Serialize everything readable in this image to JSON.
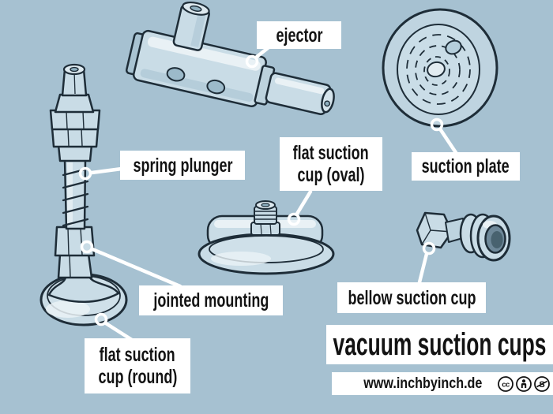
{
  "title": {
    "text": "vacuum suction cups"
  },
  "labels": {
    "ejector": {
      "text": "ejector"
    },
    "spring_plunger": {
      "text": "spring plunger"
    },
    "oval_cup": {
      "line1": "flat suction",
      "line2": "cup (oval)"
    },
    "suction_plate": {
      "text": "suction plate"
    },
    "jointed_mounting": {
      "text": "jointed mounting"
    },
    "bellow_cup": {
      "text": "bellow suction cup"
    },
    "round_cup": {
      "line1": "flat suction",
      "line2": "cup (round)"
    }
  },
  "footer": {
    "website": "www.inchbyinch.de",
    "license_icons": [
      "cc-icon",
      "attribution-icon",
      "non-commercial-icon"
    ]
  },
  "illustrations": {
    "ejector": "ejector",
    "spring_plunger_assembly": "spring plunger with jointed mounting and round flat cup",
    "suction_plate": "suction plate",
    "oval_cup": "flat suction cup (oval)",
    "bellow_cup": "bellow suction cup"
  },
  "colors": {
    "background": "#a6c1d1",
    "part_fill": "#c9dce6",
    "part_shade": "#a8c3d2",
    "part_highlight": "#e9f1f5",
    "outline": "#1e2d38",
    "label_bg": "#ffffff",
    "label_text": "#131313",
    "leader": "#ffffff"
  }
}
